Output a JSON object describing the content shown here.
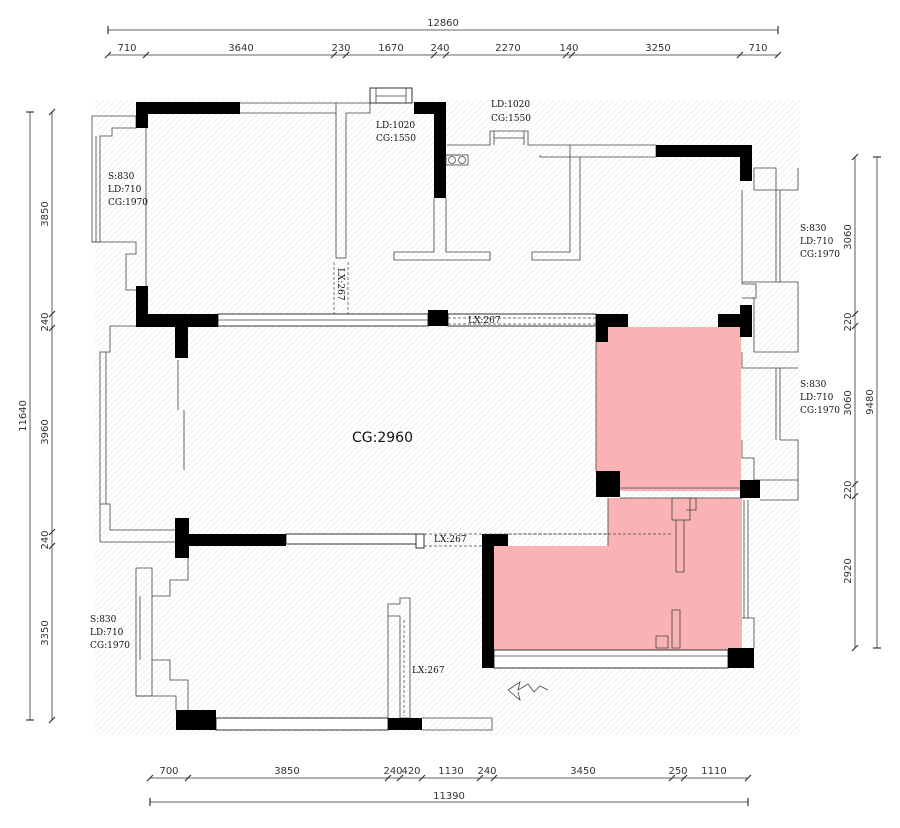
{
  "dims": {
    "top_total": "12860",
    "top_segments": [
      "710",
      "3640",
      "230",
      "1670",
      "240",
      "2270",
      "140",
      "3250",
      "710"
    ],
    "bottom_total": "11390",
    "bottom_segments": [
      "700",
      "3850",
      "240",
      "420",
      "1130",
      "240",
      "3450",
      "250",
      "1110"
    ],
    "left_total": "11640",
    "left_segments": [
      "3850",
      "240",
      "3960",
      "240",
      "3350"
    ],
    "right_total": "9480",
    "right_segments": [
      "3060",
      "220",
      "3060",
      "220",
      "2920"
    ]
  },
  "labels": {
    "window_top_center": {
      "ld": "LD:1020",
      "cg": "CG:1550"
    },
    "window_top_right": {
      "ld": "LD:1020",
      "cg": "CG:1550"
    },
    "window_left_top": {
      "s": "S:830",
      "ld": "LD:710",
      "cg": "CG:1970"
    },
    "window_right_top": {
      "s": "S:830",
      "ld": "LD:710",
      "cg": "CG:1970"
    },
    "window_right_mid": {
      "s": "S:830",
      "ld": "LD:710",
      "cg": "CG:1970"
    },
    "window_left_bottom": {
      "s": "S:830",
      "ld": "LD:710",
      "cg": "CG:1970"
    },
    "ceiling_height": "CG:2960",
    "beam_upper": "LX:267",
    "beam_vertical": "LX:267",
    "beam_lower": "LX:267",
    "beam_bottom": "LX:267"
  },
  "colors": {
    "highlight": "#f9b3b5",
    "wall_fill": "#000000",
    "line": "#333333"
  }
}
